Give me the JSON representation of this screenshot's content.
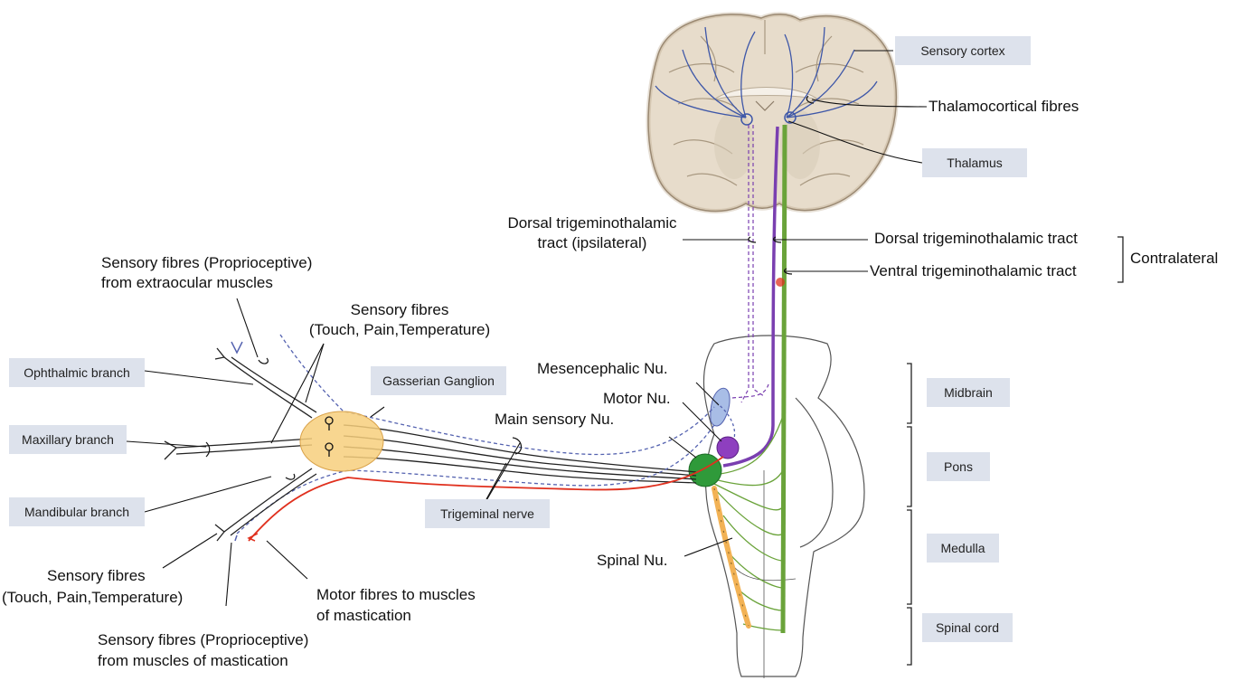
{
  "boxes": {
    "sensory_cortex": "Sensory cortex",
    "thalamus": "Thalamus",
    "ophthalmic": "Ophthalmic branch",
    "maxillary": "Maxillary branch",
    "mandibular": "Mandibular branch",
    "gasserian": "Gasserian Ganglion",
    "trigeminal_nerve": "Trigeminal nerve",
    "midbrain": "Midbrain",
    "pons": "Pons",
    "medulla": "Medulla",
    "spinal_cord": "Spinal cord"
  },
  "labels": {
    "thalamocortical": "Thalamocortical fibres",
    "dorsal_ipsi_1": "Dorsal trigeminothalamic",
    "dorsal_ipsi_2": "tract (ipsilateral)",
    "dorsal_contra": "Dorsal trigeminothalamic tract",
    "ventral_contra": "Ventral trigeminothalamic tract",
    "contralateral": "Contralateral",
    "proprio_eye_1": "Sensory fibres (Proprioceptive)",
    "proprio_eye_2": "from extraocular muscles",
    "touch_upper_1": "Sensory fibres",
    "touch_upper_2": "(Touch, Pain,Temperature)",
    "mesencephalic": "Mesencephalic Nu.",
    "motor_nu": "Motor Nu.",
    "main_sensory": "Main sensory Nu.",
    "spinal_nu": "Spinal Nu.",
    "touch_lower_1": "Sensory fibres",
    "touch_lower_2": "(Touch, Pain,Temperature)",
    "motor_fibres_1": "Motor fibres to muscles",
    "motor_fibres_2": "of mastication",
    "proprio_mast_1": "Sensory fibres (Proprioceptive)",
    "proprio_mast_2": "from muscles of mastication"
  },
  "colors": {
    "label_box": "#dde2ec",
    "green_tract": "#6aa33a",
    "purple_tract": "#7a3fb0",
    "motor_red": "#e0301e",
    "proprio_blue": "#5563b0",
    "ganglion_fill": "#f7cf7c",
    "spinal_orange": "#f2b255",
    "brain_fill": "#e7dccb"
  }
}
